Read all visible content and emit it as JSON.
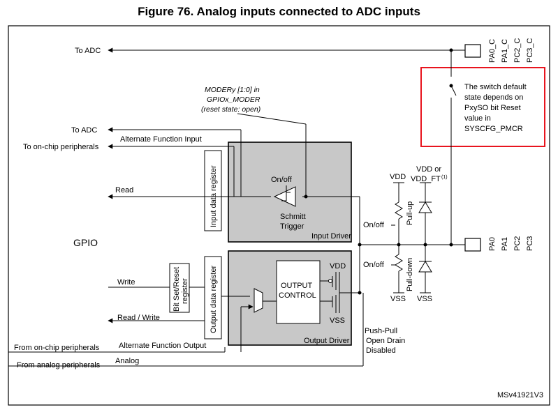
{
  "title": "Figure 76. Analog inputs connected to ADC inputs",
  "labels": {
    "to_adc_top": "To ADC",
    "to_adc_mid": "To ADC",
    "to_onchip_periph": "To on-chip peripherals",
    "alt_func_input": "Alternate Function Input",
    "read": "Read",
    "gpio": "GPIO",
    "write": "Write",
    "read_write": "Read / Write",
    "from_onchip_periph": "From on-chip peripherals",
    "alt_func_output": "Alternate Function Output",
    "from_analog_periph": "From analog peripherals",
    "analog": "Analog",
    "moder_1": "MODERy [1:0] in",
    "moder_2": "GPIOx_MODER",
    "moder_3": "(reset state: open)",
    "input_data_register": "Input data register",
    "output_data_register": "Output data register",
    "bitset_1": "Bit Set/Reset",
    "bitset_2": "register",
    "onoff_top": "On/off",
    "schmitt_1": "Schmitt",
    "schmitt_2": "Trigger",
    "input_driver": "Input Driver",
    "output_driver": "Output Driver",
    "output_control_1": "OUTPUT",
    "output_control_2": "CONTROL",
    "vdd_out": "VDD",
    "vss_out": "VSS",
    "vdd": "VDD",
    "vdd_or_1": "VDD or",
    "vdd_or_2": "VDD_FT",
    "vdd_or_sup": "(1)",
    "onoff_pullup": "On/off",
    "pull_up": "Pull-up",
    "onoff_pulldown": "On/off",
    "pull_down": "Pull-down",
    "vss_left": "VSS",
    "vss_right": "VSS",
    "pp_1": "Push-Pull",
    "pp_2": "Open Drain",
    "pp_3": "Disabled",
    "note_1": "The switch default",
    "note_2": "state depends on",
    "note_3": "PxySO bit Reset",
    "note_4": "value in",
    "note_5": "SYSCFG_PMCR",
    "pins_top": [
      "PA0_C",
      "PA1_C",
      "PC2_C",
      "PC3_C"
    ],
    "pins_bottom": [
      "PA0",
      "PA1",
      "PC2",
      "PC3"
    ],
    "ref": "MSv41921V3"
  },
  "colors": {
    "driver_fill": "#c8c8c8",
    "note_border": "#e8141e",
    "frame": "#000000"
  }
}
